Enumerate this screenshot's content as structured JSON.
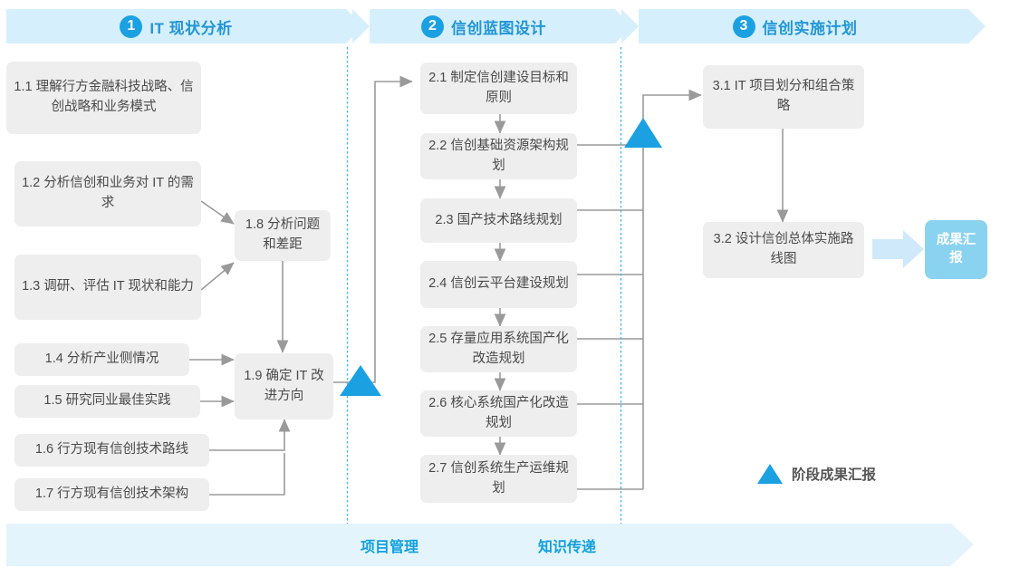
{
  "phases": [
    {
      "num": "1",
      "title": "IT 现状分析"
    },
    {
      "num": "2",
      "title": "信创蓝图设计"
    },
    {
      "num": "3",
      "title": "信创实施计划"
    }
  ],
  "boxes": {
    "b11": "1.1 理解行方金融科技战略、信创战略和业务模式",
    "b12": "1.2 分析信创和业务对 IT 的需求",
    "b13": "1.3 调研、评估 IT 现状和能力",
    "b14": "1.4 分析产业侧情况",
    "b15": "1.5 研究同业最佳实践",
    "b16": "1.6 行方现有信创技术路线",
    "b17": "1.7 行方现有信创技术架构",
    "b18": "1.8 分析问题和差距",
    "b19": "1.9 确定 IT 改进方向",
    "b21": "2.1 制定信创建设目标和原则",
    "b22": "2.2 信创基础资源架构规划",
    "b23": "2.3 国产技术路线规划",
    "b24": "2.4 信创云平台建设规划",
    "b25": "2.5 存量应用系统国产化改造规划",
    "b26": "2.6 核心系统国产化改造规划",
    "b27": "2.7 信创系统生产运维规划",
    "b31": "3.1 IT 项目划分和组合策略",
    "b32": "3.2 设计信创总体实施路线图",
    "result": "成果汇报"
  },
  "legend": {
    "label": "阶段成果汇报",
    "icon": "triangle-milestone-icon"
  },
  "footer": {
    "items": [
      "项目管理",
      "知识传递"
    ]
  },
  "colors": {
    "accent": "#1ba1e2",
    "banner_bg": "#d6effc",
    "box_bg": "#eeeeee",
    "result_bg": "#8ad3f0",
    "footer_bg": "#e3f4fc",
    "wire": "#9a9a9a",
    "divider": "#4ab8e8"
  }
}
